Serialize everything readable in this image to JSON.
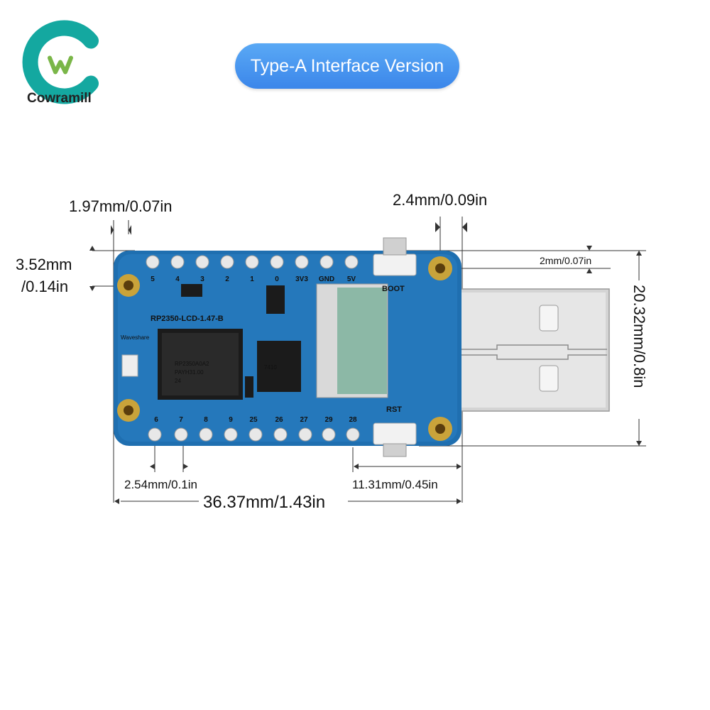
{
  "brand": {
    "name": "Cowramill",
    "teal": "#14a8a0",
    "green": "#7ab648"
  },
  "header": {
    "title": "Type-A Interface Version"
  },
  "dimensions": {
    "hole_offset_x": "1.97mm/0.07in",
    "hole_offset_y_1": "3.52mm",
    "hole_offset_y_2": "/0.14in",
    "connector_gap": "2.4mm/0.09in",
    "edge_gap": "2mm/0.07in",
    "height": "20.32mm/0.8in",
    "pin_pitch": "2.54mm/0.1in",
    "connector_length": "11.31mm/0.45in",
    "total_length": "36.37mm/1.43in"
  },
  "board": {
    "model": "RP2350-LCD-1.47-B",
    "maker": "Waveshare",
    "boot_label": "BOOT",
    "rst_label": "RST",
    "top_pins": [
      "5",
      "4",
      "3",
      "2",
      "1",
      "0",
      "3V3",
      "GND",
      "5V"
    ],
    "bottom_pins": [
      "6",
      "7",
      "8",
      "9",
      "25",
      "26",
      "27",
      "29",
      "28"
    ],
    "chip_text_1": "RP2350A0A2",
    "chip_text_2": "PAYH31.00",
    "chip_text_3": "24",
    "flash_text": "7410",
    "colors": {
      "pcb": "#1f6fb0",
      "gold": "#c9a33a",
      "usb": "#d8d8d8"
    }
  }
}
